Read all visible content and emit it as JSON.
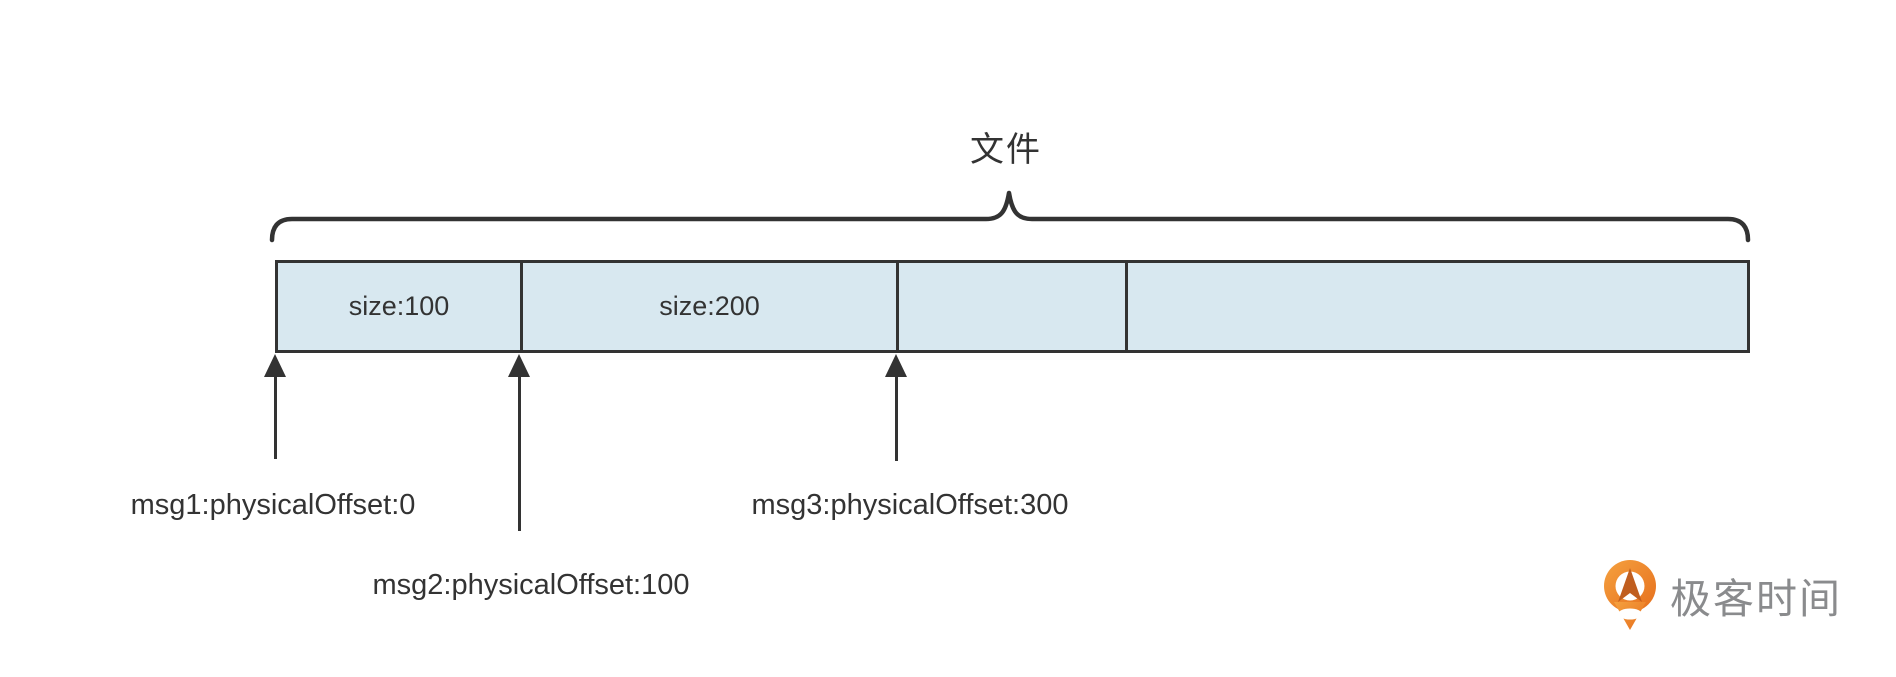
{
  "diagram": {
    "title": "文件",
    "file_bar": {
      "segments": [
        {
          "label": "size:100"
        },
        {
          "label": "size:200"
        },
        {
          "label": ""
        },
        {
          "label": ""
        }
      ]
    },
    "markers": [
      {
        "label": "msg1:physicalOffset:0"
      },
      {
        "label": "msg2:physicalOffset:100"
      },
      {
        "label": "msg3:physicalOffset:300"
      }
    ]
  },
  "branding": {
    "logo_text": "极客时间"
  },
  "colors": {
    "segment_fill": "#D8E8F0",
    "line": "#333333",
    "logo_orange": "#ED7D26",
    "logo_text_gray": "#8A8B8D"
  }
}
